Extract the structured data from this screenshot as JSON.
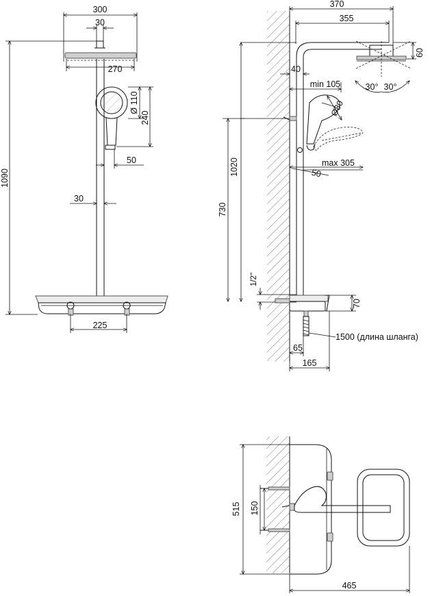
{
  "front_view": {
    "width_overall": "300",
    "rail_top_width": "30",
    "head_width": "270",
    "handshower_diameter": "Ø 110",
    "handshower_length": "240",
    "holder_offset": "50",
    "rail_diameter": "30",
    "total_height": "1090",
    "valve_spacing": "225"
  },
  "side_view": {
    "projection_total": "370",
    "projection_head": "355",
    "head_height": "60",
    "rail_offset": "40",
    "min_projection": "min 105",
    "handshower_diameter": "Ø80",
    "angle_left": "30°",
    "angle_right": "30°",
    "holder_height": "1020",
    "max_projection": "max 305",
    "angle_value": "50",
    "inlet_height": "730",
    "thread": "1/2\"",
    "shelf_height": "70",
    "hose_note": "1500 (длина шланга)",
    "bottom_offset": "65",
    "depth": "165"
  },
  "top_view": {
    "height": "515",
    "inlet_spacing": "150",
    "width": "465"
  }
}
